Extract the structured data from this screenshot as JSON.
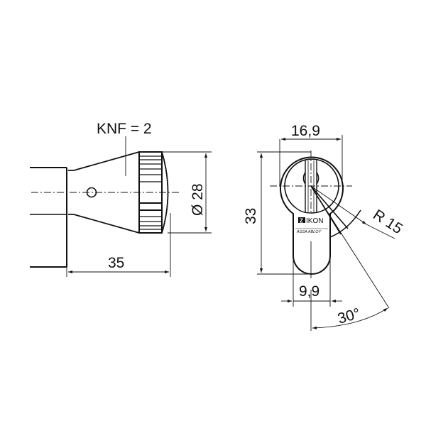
{
  "drawing": {
    "title": "Lock cylinder knob technical drawing",
    "side_view": {
      "label_knf": "KNF = 2",
      "dim_length": "35",
      "dim_diameter": "Ø 28"
    },
    "front_view": {
      "dim_width_top": "16,9",
      "dim_height": "33",
      "dim_width_bottom": "9,9",
      "dim_radius": "R 15",
      "dim_angle": "30°",
      "brand_logo_mark": "Z",
      "brand_name": "IKON",
      "brand_sub": "ASSA ABLOY"
    },
    "colors": {
      "line": "#111111",
      "background": "#ffffff"
    }
  }
}
